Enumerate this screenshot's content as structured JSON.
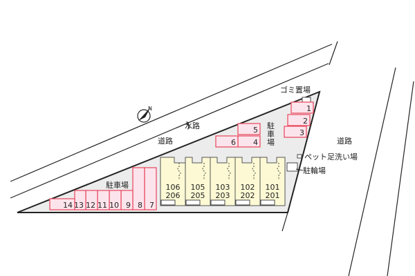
{
  "labels": {
    "suiro": "水路",
    "road_top": "道路",
    "road_right": "道路",
    "gomi": "ゴミ置場",
    "pet": "ペット足洗い場",
    "bike": "駐輪場",
    "parking_left": "駐車場",
    "parking_right": [
      "駐",
      "車",
      "場"
    ],
    "north": "N"
  },
  "parking_spaces": [
    "1",
    "2",
    "3",
    "4",
    "5",
    "6",
    "7",
    "8",
    "9",
    "10",
    "11",
    "12",
    "13",
    "14"
  ],
  "units": [
    {
      "first": "106",
      "second": "206"
    },
    {
      "first": "105",
      "second": "205"
    },
    {
      "first": "103",
      "second": "203"
    },
    {
      "first": "102",
      "second": "202"
    },
    {
      "first": "101",
      "second": "201"
    }
  ],
  "colors": {
    "parking_fill": "#fce4ec",
    "parking_stroke": "#e8445a",
    "unit_fill": "#fcf9d4",
    "lot_fill": "#ececec"
  }
}
